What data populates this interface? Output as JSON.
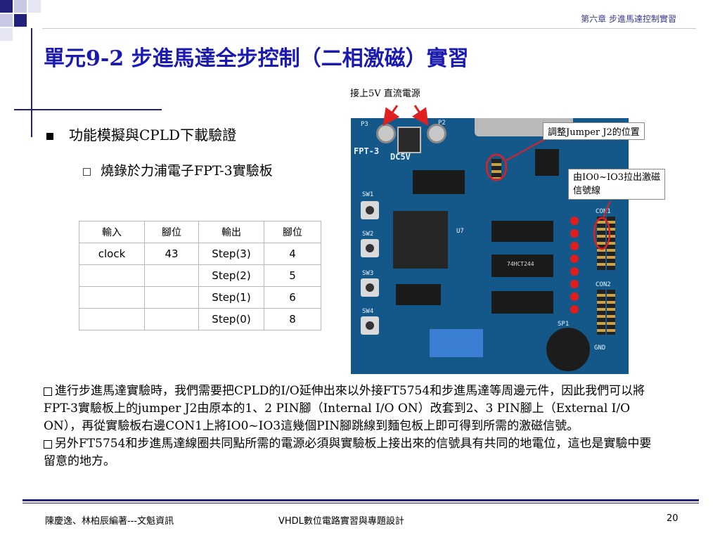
{
  "header": {
    "chapter": "第六章  步進馬達控制實習",
    "title": "單元9-2 步進馬達全步控制（二相激磁）實習"
  },
  "bullets": {
    "level1": "功能模擬與CPLD下載驗證",
    "level2": "燒錄於力浦電子FPT-3實驗板"
  },
  "table": {
    "headers": [
      "輸入",
      "腳位",
      "輸出",
      "腳位"
    ],
    "rows": [
      [
        "clock",
        "43",
        "Step(3)",
        "4"
      ],
      [
        "",
        "",
        "Step(2)",
        "5"
      ],
      [
        "",
        "",
        "Step(1)",
        "6"
      ],
      [
        "",
        "",
        "Step(0)",
        "8"
      ]
    ]
  },
  "annotations": {
    "power": "接上5V 直流電源",
    "jumper": "調整Jumper J2的位置",
    "io_line1": "由IO0~IO3拉出激磁",
    "io_line2": "信號線"
  },
  "board_labels": {
    "p3": "P3",
    "p2": "P2",
    "dc5v": "DC5V",
    "fpt": "FPT-3",
    "sw1": "SW1",
    "sw2": "SW2",
    "sw3": "SW3",
    "sw4": "SW4",
    "u7": "U7",
    "ic": "74HCT244",
    "con1": "CON1",
    "con2": "CON2",
    "sp1": "SP1",
    "gnd": "GND"
  },
  "paragraphs": [
    "進行步進馬達實驗時，我們需要把CPLD的I/O延伸出來以外接FT5754和步進馬達等周邊元件，因此我們可以將FPT-3實驗板上的jumper J2由原本的1、2 PIN腳（Internal I/O ON）改套到2、3 PIN腳上（External I/O ON），再從實驗板右邊CON1上將IO0~IO3這幾個PIN腳跳線到麵包板上即可得到所需的激磁信號。",
    "另外FT5754和步進馬達線圈共同點所需的電源必須與實驗板上接出來的信號具有共同的地電位，這也是實驗中要留意的地方。"
  ],
  "footer": {
    "authors": "陳慶逸、林柏辰編著---文魁資訊",
    "book": "VHDL數位電路實習與專題設計",
    "page": "20"
  },
  "colors": {
    "title": "#1a1ab0",
    "accent": "#22227a",
    "board": "#14588a",
    "arrow": "#e02020"
  }
}
